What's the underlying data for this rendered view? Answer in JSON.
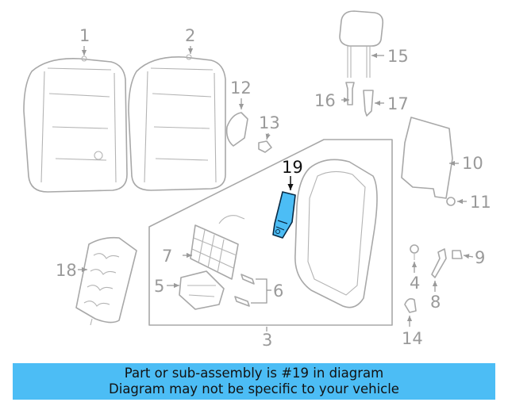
{
  "diagram": {
    "callouts": {
      "c1": "1",
      "c2": "2",
      "c3": "3",
      "c4": "4",
      "c5": "5",
      "c6": "6",
      "c7": "7",
      "c8": "8",
      "c9": "9",
      "c10": "10",
      "c11": "11",
      "c12": "12",
      "c13": "13",
      "c14": "14",
      "c15": "15",
      "c16": "16",
      "c17": "17",
      "c18": "18",
      "c19": "19"
    },
    "highlighted_part": "19",
    "highlight_color": "#4cbdf5"
  },
  "banner": {
    "line1": "Part or sub-assembly is #19 in diagram",
    "line2": "Diagram may not be specific to your vehicle",
    "background": "#4cbdf5"
  }
}
